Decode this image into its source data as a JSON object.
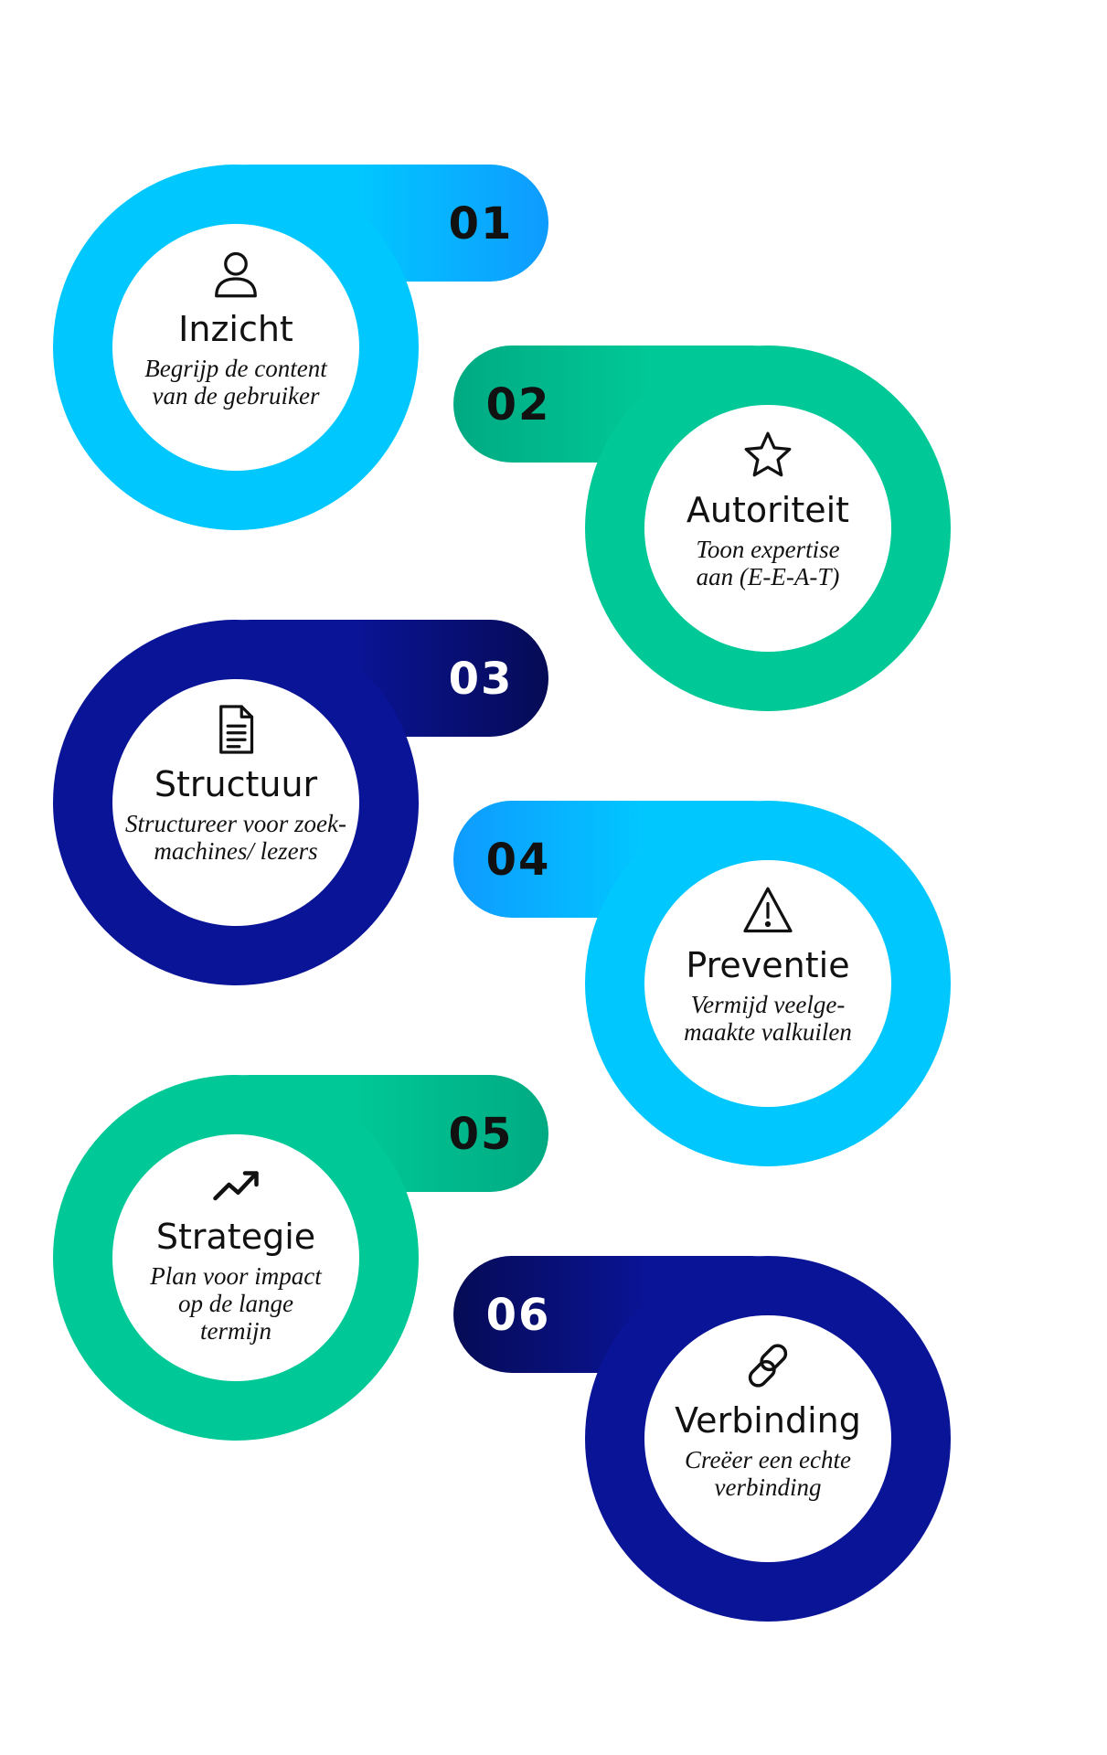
{
  "colors": {
    "light_blue": "#00c8ff",
    "light_blue_accent": "#0f9bff",
    "green": "#00c896",
    "green_accent": "#00aa82",
    "navy": "#0a1496",
    "navy_accent": "#060b55",
    "text": "#111111",
    "background": "#ffffff"
  },
  "steps": [
    {
      "number": "01",
      "title": "Inzicht",
      "description": "Begrijp de content\nvan de gebruiker",
      "icon": "user-icon"
    },
    {
      "number": "02",
      "title": "Autoriteit",
      "description": "Toon expertise\naan (E-E-A-T)",
      "icon": "star-icon"
    },
    {
      "number": "03",
      "title": "Structuur",
      "description": "Structureer voor zoek-\nmachines/ lezers",
      "icon": "document-icon"
    },
    {
      "number": "04",
      "title": "Preventie",
      "description": "Vermijd veelge-\nmaakte valkuilen",
      "icon": "warning-icon"
    },
    {
      "number": "05",
      "title": "Strategie",
      "description": "Plan voor impact\nop de lange\ntermijn",
      "icon": "trending-up-icon"
    },
    {
      "number": "06",
      "title": "Verbinding",
      "description": "Creëer een echte\nverbinding",
      "icon": "link-icon"
    }
  ]
}
